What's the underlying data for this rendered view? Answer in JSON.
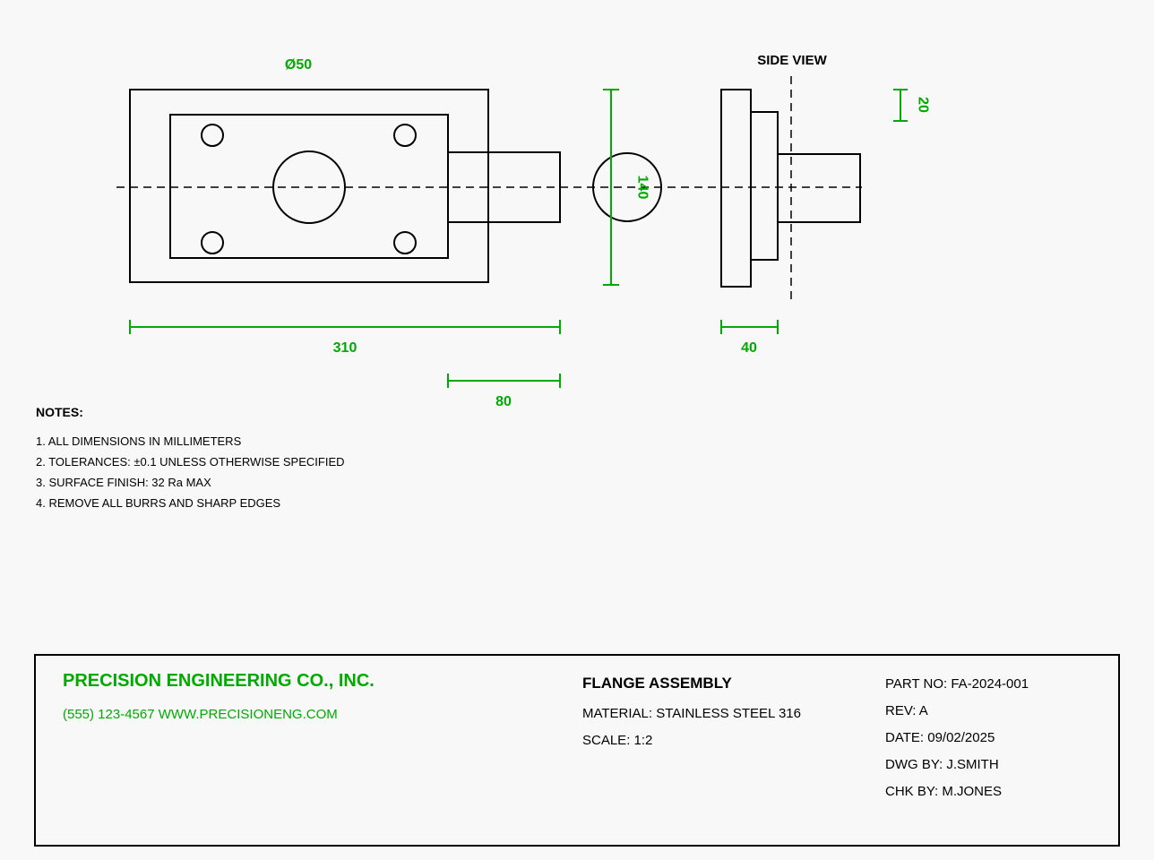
{
  "page": {
    "background": "#f8f8f8",
    "line_color": "#000000",
    "dimension_color": "#00aa00"
  },
  "drawing": {
    "side_view_label": "SIDE VIEW",
    "dimensions": {
      "hole_diameter": "Ø50",
      "overall_length": "310",
      "shaft_length": "80",
      "flange_width": "40",
      "flange_diameter": "140",
      "plate_thickness": "20"
    }
  },
  "notes": {
    "title": "NOTES:",
    "items": [
      "1. ALL DIMENSIONS IN MILLIMETERS",
      "2. TOLERANCES: ±0.1 UNLESS OTHERWISE SPECIFIED",
      "3. SURFACE FINISH: 32 Ra MAX",
      "4. REMOVE ALL BURRS AND SHARP EDGES"
    ]
  },
  "title_block": {
    "company": "PRECISION ENGINEERING CO., INC.",
    "contact": "(555) 123-4567 WWW.PRECISIONENG.COM",
    "part_title": "FLANGE ASSEMBLY",
    "material": "MATERIAL: STAINLESS STEEL 316",
    "scale": "SCALE: 1:2",
    "part_no": "PART NO: FA-2024-001",
    "rev": "REV: A",
    "date": "DATE: 09/02/2025",
    "dwg_by": "DWG BY: J.SMITH",
    "chk_by": "CHK BY: M.JONES"
  }
}
